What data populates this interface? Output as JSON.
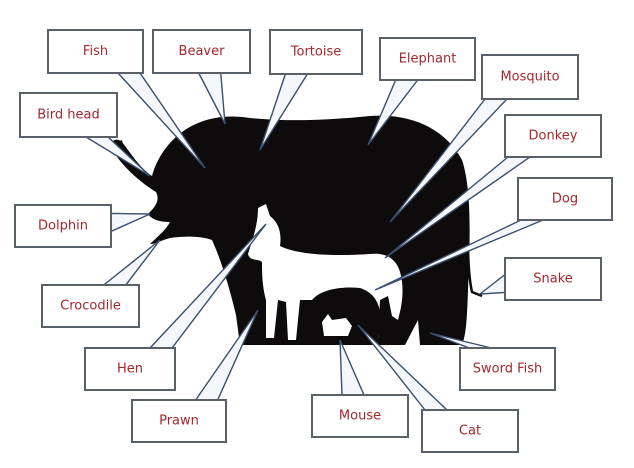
{
  "labels": {
    "fish": "Fish",
    "beaver": "Beaver",
    "tortoise": "Tortoise",
    "elephant": "Elephant",
    "mosquito": "Mosquito",
    "bird_head": "Bird head",
    "donkey": "Donkey",
    "dog": "Dog",
    "dolphin": "Dolphin",
    "snake": "Snake",
    "crocodile": "Crocodile",
    "hen": "Hen",
    "sword_fish": "Sword Fish",
    "prawn": "Prawn",
    "mouse": "Mouse",
    "cat": "Cat"
  },
  "colors": {
    "label_text": "#a3282e",
    "silhouette": "#0d0b0b",
    "box_border": "#5a6068",
    "pointer": "#3a4f6e"
  }
}
